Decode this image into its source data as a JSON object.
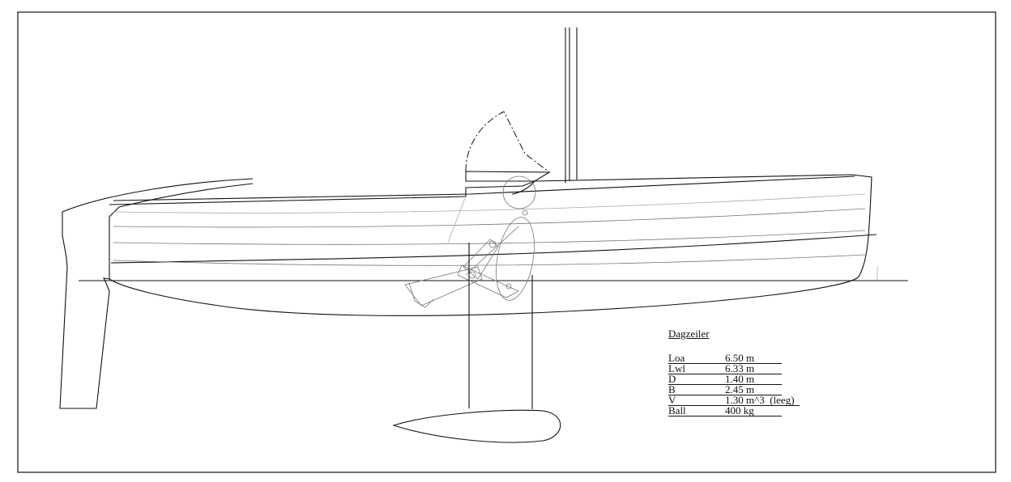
{
  "spec_sheet": {
    "title": "Dagzeiler",
    "rows": [
      {
        "key": "Loa",
        "value": "6.50 m"
      },
      {
        "key": "Lwl",
        "value": "6.33 m"
      },
      {
        "key": "D",
        "value": "1.40 m"
      },
      {
        "key": "B",
        "value": "2.45 m"
      },
      {
        "key": "V",
        "value": "1.30 m^3  (leeg)"
      },
      {
        "key": "Ball",
        "value": "400 kg"
      }
    ]
  }
}
